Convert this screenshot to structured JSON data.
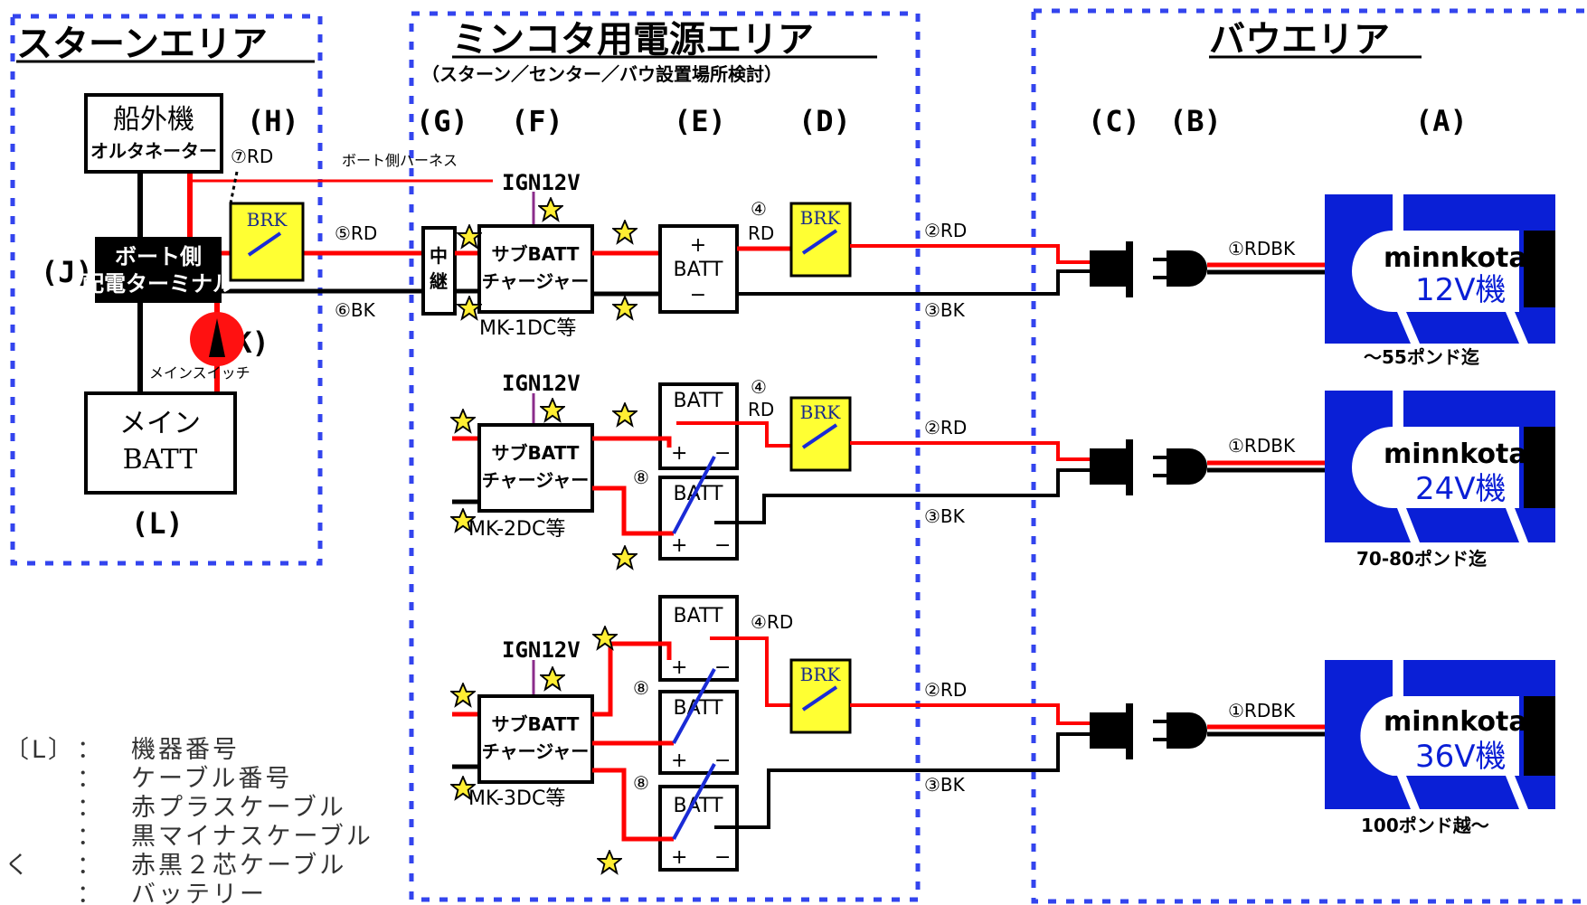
{
  "areas": {
    "stern": "スターンエリア",
    "center": "ミンコタ用電源エリア",
    "center_note": "（スターン／センター／バウ設置場所検討）",
    "bow": "バウエリア"
  },
  "columns": {
    "H": "(H)",
    "G": "(G)",
    "F": "(F)",
    "E": "(E)",
    "D": "(D)",
    "C": "(C)",
    "B": "(B)",
    "A": "(A)",
    "J": "(J)",
    "K": "(K)",
    "L": "(L)"
  },
  "stern": {
    "outboard_line1": "船外機",
    "outboard_line2": "オルタネーター",
    "terminal_line1": "ボート側",
    "terminal_line2": "配電ターミナル",
    "main_switch": "メインスイッチ",
    "main_batt_line1": "メイン",
    "main_batt_line2": "BATT",
    "harness": "ボート側ハーネス",
    "relay_line1": "中",
    "relay_line2": "継"
  },
  "cables": {
    "c7": "⑦RD",
    "c5": "⑤RD",
    "c6": "⑥BK",
    "c4a": "④",
    "c4b": "RD",
    "c4": "④RD",
    "c2": "②RD",
    "c3": "③BK",
    "c1": "①RDBK",
    "c8": "⑧"
  },
  "devices": {
    "ign": "IGN12V",
    "brk": "BRK",
    "charger_line1": "サブBATT",
    "charger_line2": "チャージャー",
    "batt": "BATT",
    "batt_plus": "+",
    "batt_minus": "−",
    "mk1": "MK-1DC等",
    "mk2": "MK-2DC等",
    "mk3": "MK-3DC等"
  },
  "motors": [
    {
      "brand": "minnkota",
      "voltage": "12V機",
      "thrust": "～55ポンド迄"
    },
    {
      "brand": "minnkota",
      "voltage": "24V機",
      "thrust": "70-80ポンド迄"
    },
    {
      "brand": "minnkota",
      "voltage": "36V機",
      "thrust": "100ポンド越～"
    }
  ],
  "legend": [
    {
      "key": "〔L〕",
      "sep": "：",
      "text": "機器番号"
    },
    {
      "key": "",
      "sep": "：",
      "text": "ケーブル番号"
    },
    {
      "key": "",
      "sep": "：",
      "text": "赤プラスケーブル"
    },
    {
      "key": "",
      "sep": "：",
      "text": "黒マイナスケーブル"
    },
    {
      "key": "く",
      "sep": "：",
      "text": "赤黒２芯ケーブル"
    },
    {
      "key": "",
      "sep": "：",
      "text": "バッテリー"
    }
  ],
  "colors": {
    "red_wire": "#ff0000",
    "black_wire": "#000000",
    "area_border": "#3344ee",
    "breaker_fill": "#ffff33",
    "motor_blue": "#0a1fd6",
    "star_fill": "#ffee33",
    "harness_purple": "#8b2d8b"
  }
}
